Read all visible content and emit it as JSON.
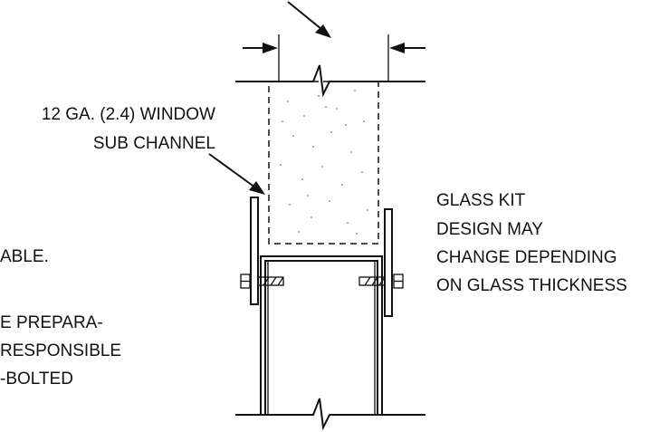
{
  "labels": {
    "sub_channel_line1": "12 GA. (2.4) WINDOW",
    "sub_channel_line2": "SUB CHANNEL",
    "glass_kit_line1": "GLASS KIT",
    "glass_kit_line2": "DESIGN MAY",
    "glass_kit_line3": "CHANGE DEPENDING",
    "glass_kit_line4": "ON GLASS THICKNESS",
    "left_cut_line1": "ABLE.",
    "left_cut_line2": "E PREPARA-",
    "left_cut_line3": "RESPONSIBLE",
    "left_cut_line4": "-BOLTED"
  }
}
